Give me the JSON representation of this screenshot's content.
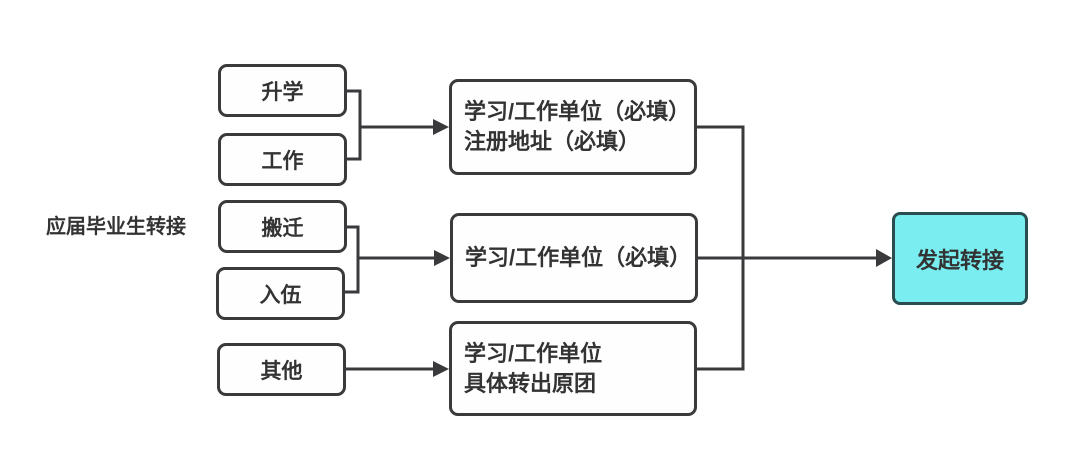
{
  "diagram": {
    "title": "应届毕业生转接",
    "categories": [
      {
        "label": "升学"
      },
      {
        "label": "工作"
      },
      {
        "label": "搬迁"
      },
      {
        "label": "入伍"
      },
      {
        "label": "其他"
      }
    ],
    "requirements": [
      {
        "lines": [
          "学习/工作单位（必填）",
          "注册地址（必填）"
        ]
      },
      {
        "lines": [
          "学习/工作单位（必填）"
        ]
      },
      {
        "lines": [
          "学习/工作单位",
          "具体转出原团"
        ]
      }
    ],
    "action": {
      "label": "发起转接"
    },
    "edges": [
      {
        "from": [
          "升学",
          "工作"
        ],
        "to": "学习/工作单位（必填）、注册地址（必填）"
      },
      {
        "from": [
          "搬迁",
          "入伍"
        ],
        "to": "学习/工作单位（必填）"
      },
      {
        "from": [
          "其他"
        ],
        "to": "学习/工作单位、具体转出原团"
      },
      {
        "from": [
          "学习/工作单位（必填）、注册地址（必填）",
          "学习/工作单位（必填）",
          "学习/工作单位、具体转出原团"
        ],
        "to": "发起转接"
      }
    ],
    "colors": {
      "line": "#3a3a3c",
      "box_border": "#3a3a3c",
      "text": "#333333",
      "action_fill": "#79edef",
      "action_border": "#2b4d4f",
      "background": "#ffffff"
    }
  }
}
